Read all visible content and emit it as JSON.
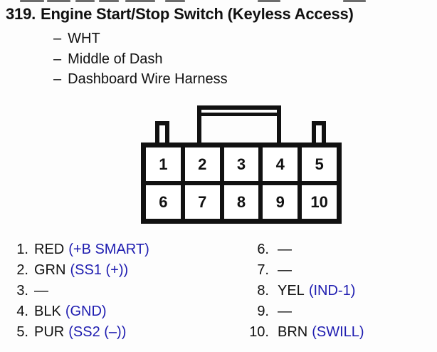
{
  "colors": {
    "text": "#111111",
    "accent_blue": "#1e1cb0",
    "diagram_line": "#111111",
    "background": "#fdfdfd"
  },
  "header": {
    "section_number": "319.",
    "title": "Engine Start/Stop Switch (Keyless Access)"
  },
  "details": {
    "bullet": "–",
    "items": [
      "WHT",
      "Middle of Dash",
      "Dashboard Wire Harness"
    ]
  },
  "connector": {
    "description": "10-pin connector, 2 rows of 5 cavities, latch tab on top",
    "cells": [
      "1",
      "2",
      "3",
      "4",
      "5",
      "6",
      "7",
      "8",
      "9",
      "10"
    ]
  },
  "pins": {
    "left": [
      {
        "n": "1.",
        "label": "RED",
        "signal": "(+B SMART)"
      },
      {
        "n": "2.",
        "label": "GRN",
        "signal": "(SS1 (+))"
      },
      {
        "n": "3.",
        "label": "—",
        "signal": ""
      },
      {
        "n": "4.",
        "label": "BLK",
        "signal": "(GND)"
      },
      {
        "n": "5.",
        "label": "PUR",
        "signal": "(SS2 (–))"
      }
    ],
    "right": [
      {
        "n": "6.",
        "label": "—",
        "signal": ""
      },
      {
        "n": "7.",
        "label": "—",
        "signal": ""
      },
      {
        "n": "8.",
        "label": "YEL",
        "signal": "(IND-1)"
      },
      {
        "n": "9.",
        "label": "—",
        "signal": ""
      },
      {
        "n": "10.",
        "label": "BRN",
        "signal": "(SWILL)"
      }
    ]
  }
}
